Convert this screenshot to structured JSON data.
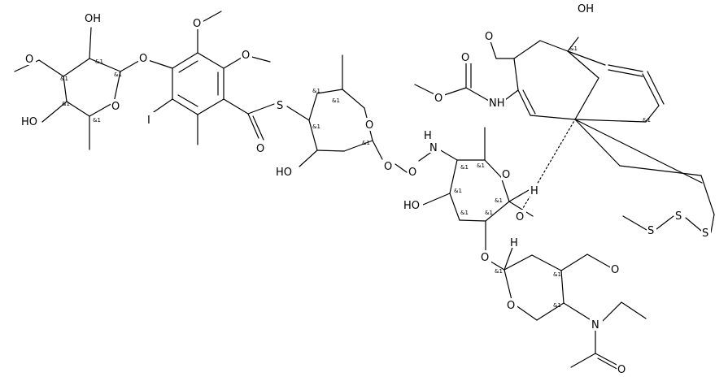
{
  "atoms": {
    "oh_top_sugar": "OH",
    "o_methoxy_top_sugar": "O",
    "oh_left_sugar": "HO",
    "o_ring_top_sugar": "O",
    "o_link_aryl": "O",
    "o_aryl_methoxy_1": "O",
    "o_aryl_methoxy_2": "O",
    "iodo": "I",
    "o_carbonyl_ester": "O",
    "s_thioester": "S",
    "o_ring_mid_sugar": "O",
    "oh_mid_sugar": "HO",
    "o_oxyamine_1": "O",
    "o_oxyamine_2": "O",
    "nh_hydroxylamine": "N",
    "h_nh": "H",
    "o_ring_amino_sugar": "O",
    "h_anomeric_1": "H",
    "oh_amino_sugar": "HO",
    "o_glycoside_aglycone": "O",
    "o_glycoside_lower": "O",
    "h_anomeric_2": "H",
    "o_ring_lower_sugar": "O",
    "o_methoxy_lower": "O",
    "n_acetamide": "N",
    "o_acetyl": "O",
    "o_carbamate_ester": "O",
    "o_carbamate_carbonyl": "O",
    "nh_carbamate": "NH",
    "o_ketone": "O",
    "oh_bridgehead": "OH",
    "s_tri_1": "S",
    "s_tri_2": "S",
    "s_tri_3": "S"
  },
  "stereo_label": "&1"
}
